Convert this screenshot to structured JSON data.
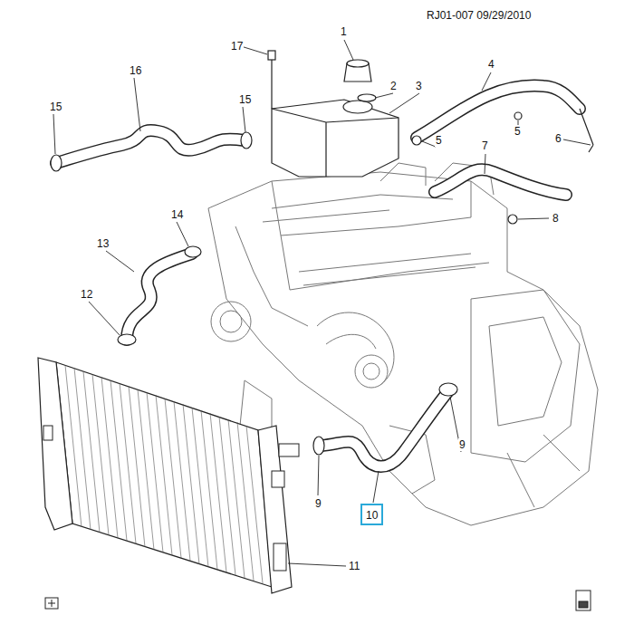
{
  "diagram": {
    "nodes": [
      {
        "text": [
          "10"
        ]
      }
    ],
    "labels": [
      "RJ01-007 09/29/2010",
      "1",
      "2",
      "3",
      "4",
      "5",
      "5",
      "6",
      "7",
      "8",
      "9",
      "9",
      "11",
      "12",
      "13",
      "14",
      "15",
      "15",
      "16",
      "17"
    ]
  }
}
